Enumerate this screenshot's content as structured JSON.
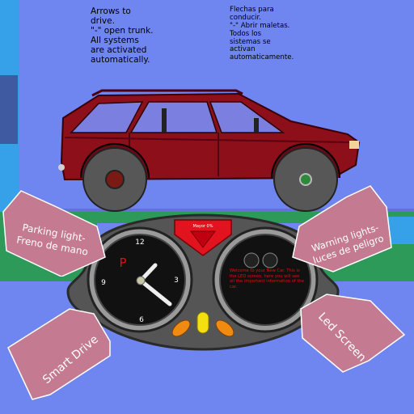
{
  "instructions": {
    "english": "Arrows to\ndrive.\n\"-\" open trunk.\nAll systems\nare activated\nautomatically.",
    "spanish": "Flechas para\nconducir.\n\"-\" Abrir maletas.\nTodos los\nsistemas se\nactivan\nautomaticamente."
  },
  "signs": {
    "parking": "Parking light-\nFreno de mano",
    "warning": "Warning lights-\nluces de peligro",
    "smart_drive": "Smart Drive",
    "led_screen": "Led Screen"
  },
  "dashboard": {
    "gear": "P",
    "clock_numbers": [
      "12",
      "3",
      "6",
      "9"
    ],
    "badge": "Mayor 0%",
    "led_text": "Welcome to your New Car. This is the LED screen, here you will see all the important information of the car."
  },
  "colors": {
    "sky": "#6f86f0",
    "wall": "#36a0e8",
    "grass": "#2e9a5a",
    "car_body": "#8c0f1a",
    "sign": "#c47a90",
    "badge": "#e0131f",
    "gear_indicator": "#e01010",
    "led_text": "#e01010",
    "light_orange": "#f08a10",
    "light_yellow": "#f4e010"
  },
  "icons": {
    "trunk_arrow": "left-arrow",
    "badge_shape": "diamond-emblem"
  }
}
